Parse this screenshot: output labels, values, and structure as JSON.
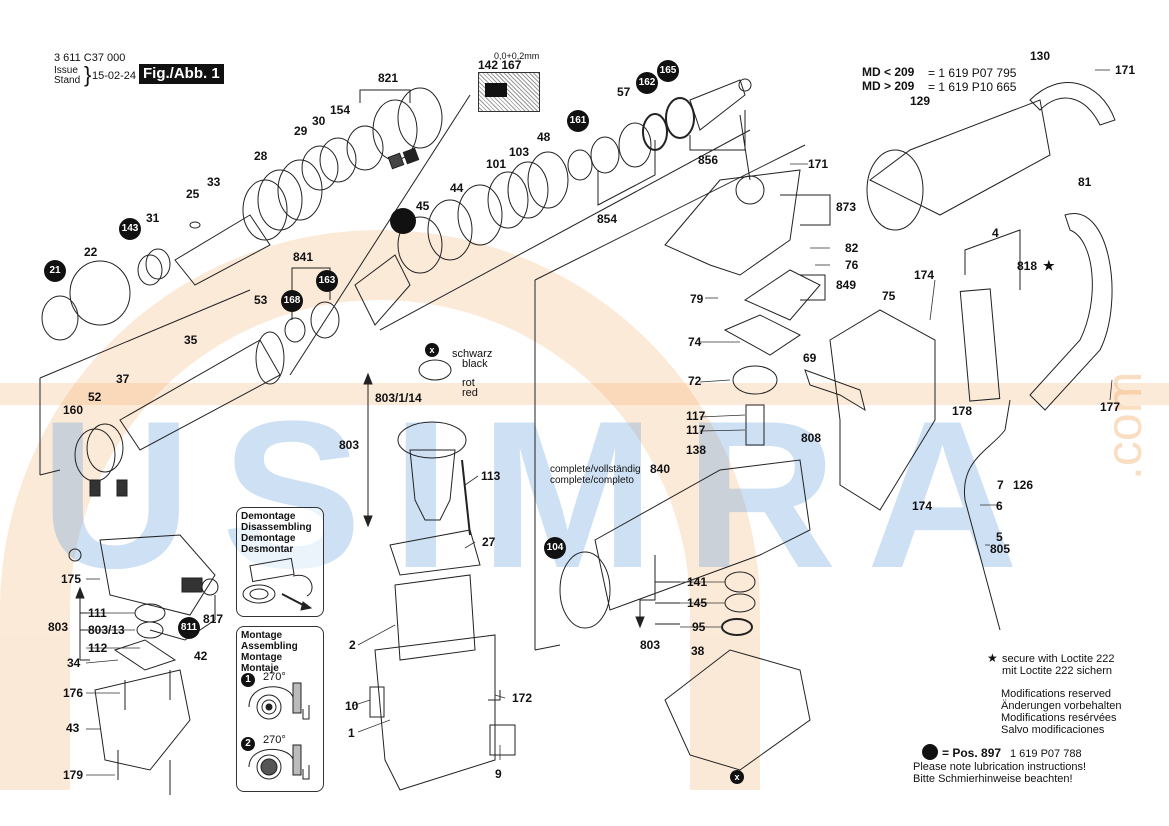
{
  "header": {
    "doc_number": "3 611 C37 000",
    "issue_label_en": "Issue",
    "issue_label_de": "Stand",
    "issue_date": "15-02-24",
    "figure_label": "Fig./Abb. 1"
  },
  "tolerance_note": {
    "text": "0,0+0,2mm",
    "parts": "142 167"
  },
  "md_notes": [
    {
      "condition": "MD < 209",
      "part": "= 1 619 P07 795"
    },
    {
      "condition": "MD > 209",
      "part": "= 1 619 P10 665"
    }
  ],
  "labels": {
    "p821": "821",
    "p154": "154",
    "p30": "30",
    "p29": "29",
    "p28": "28",
    "p33": "33",
    "p25": "25",
    "p31": "31",
    "p22": "22",
    "p44": "44",
    "p45": "45",
    "p841": "841",
    "p53": "53",
    "p35": "35",
    "p37": "37",
    "p52": "52",
    "p160": "160",
    "p57": "57",
    "p48": "48",
    "p103": "103",
    "p101": "101",
    "p854": "854",
    "p856": "856",
    "p130": "130",
    "p171a": "171",
    "p129": "129",
    "p171b": "171",
    "p873": "873",
    "p82": "82",
    "p76": "76",
    "p849": "849",
    "p79": "79",
    "p74": "74",
    "p72": "72",
    "p69": "69",
    "p75": "75",
    "p174a": "174",
    "p117a": "117",
    "p117b": "117",
    "p138": "138",
    "p808": "808",
    "p4": "4",
    "p818": "818",
    "p81": "81",
    "p177": "177",
    "p178": "178",
    "p7": "7",
    "p126": "126",
    "p174b": "174",
    "p6": "6",
    "p5": "5",
    "p805": "805",
    "p803_1_14": "803/1/14",
    "p803a": "803",
    "p113": "113",
    "p27": "27",
    "p2": "2",
    "p10": "10",
    "p1": "1",
    "p172": "172",
    "p9": "9",
    "p175": "175",
    "p111": "111",
    "p803_13": "803/13",
    "p803b": "803",
    "p112": "112",
    "p34": "34",
    "p42": "42",
    "p817": "817",
    "p176": "176",
    "p43": "43",
    "p179": "179",
    "p141": "141",
    "p145": "145",
    "p95": "95",
    "p803c": "803",
    "p38": "38"
  },
  "circled": {
    "c21": "21",
    "c143": "143",
    "c168": "168",
    "c163": "163",
    "c161": "161",
    "c162": "162",
    "c165": "165",
    "c104": "104",
    "c811": "811",
    "cx1": "x",
    "cx2": "x",
    "c_blank": ""
  },
  "bearing_notes": {
    "black_de": "schwarz",
    "black_en": "black",
    "red_de": "rot",
    "red_en": "red"
  },
  "complete_note": {
    "line1": "complete/vollständig",
    "line2": "complete/completo",
    "part": "840"
  },
  "demontage_box": {
    "l1": "Demontage",
    "l2": "Disassembling",
    "l3": "Demontage",
    "l4": "Desmontar"
  },
  "montage_box": {
    "l1": "Montage",
    "l2": "Assembling",
    "l3": "Montage",
    "l4": "Montaje",
    "step1": "1",
    "step2": "2",
    "angle1": "270°",
    "angle2": "270°"
  },
  "footer_notes": {
    "star_symbol": "★",
    "loctite_en": "secure with Loctite 222",
    "loctite_de": "mit Loctite 222 sichern",
    "mod1": "Modifications reserved",
    "mod2": "Änderungen vorbehalten",
    "mod3": "Modifications resérvées",
    "mod4": "Salvo modificaciones",
    "pos_label": "= Pos. 897",
    "pos_part": "1 619 P07 788",
    "lube_en": "Please note lubrication instructions!",
    "lube_de": "Bitte Schmierhinweise beachten!"
  },
  "watermark": {
    "main": "USIMRA",
    "suffix": ".com",
    "color_blue": "#4a90d9",
    "color_orange": "#f0a050"
  }
}
